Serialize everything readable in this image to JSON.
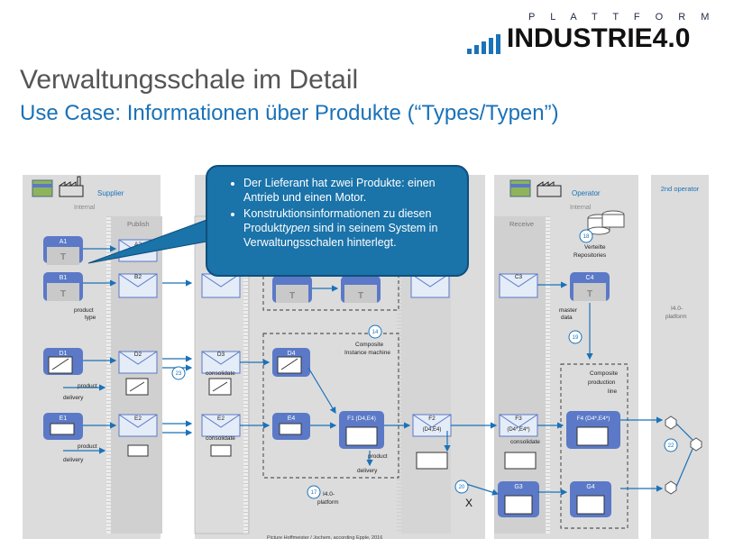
{
  "header": {
    "logo_small": "P L A T T F O R M",
    "logo_big": "INDUSTRIE4.0",
    "title": "Verwaltungsschale im Detail",
    "subtitle": "Use Case: Informationen über Produkte (“Types/Typen”)"
  },
  "callout": {
    "bullet1": "Der Lieferant hat zwei Produkte: einen Antrieb und einen Motor.",
    "bullet2_pre": "Konstruktionsinformationen zu diesen Produkt",
    "bullet2_em": "typen",
    "bullet2_post": " sind in seinem System in Verwaltungsschalen hinterlegt."
  },
  "diagram": {
    "supplier_label": "Supplier",
    "internal_left": "Internal",
    "publish_label": "Publish",
    "receive_label": "Receive",
    "operator_label": "Operator",
    "internal_right": "Internal",
    "second_operator": "2nd operator",
    "assets": {
      "a1": "A1",
      "b1": "B1",
      "t": "T",
      "a2": "A2",
      "b2": "B2",
      "c3": "C3",
      "c4": "C4",
      "d1": "D1",
      "d2": "D2",
      "d3": "D3",
      "d4": "D4",
      "e1": "E1",
      "e2a": "E2",
      "e2b": "E2",
      "e4": "E4",
      "f1": "F1 (D4,E4)",
      "f2": "F2",
      "f2sub": "(D4,E4)",
      "f3": "F3",
      "f3sub": "(D4*,E4*)",
      "f4": "F4 (D4*,E4*)",
      "g3": "G3",
      "g4": "G4"
    },
    "labels": {
      "product_type_1": "product",
      "product_type_2": "type",
      "product_delivery_1a": "product",
      "product_delivery_1b": "delivery",
      "product_delivery_2a": "product",
      "product_delivery_2b": "delivery",
      "product_delivery_3a": "product",
      "product_delivery_3b": "delivery",
      "consolidate_1": "consolidate",
      "consolidate_2": "consolidate",
      "consolidate_3": "consolidate",
      "composite_instance_1": "Composite",
      "composite_instance_2": "Instance machine",
      "repositories_1": "Verteilte",
      "repositories_2": "Repositories",
      "master_data_1": "master",
      "master_data_2": "data",
      "composite_line_1": "Composite",
      "composite_line_2": "production",
      "composite_line_3": "line",
      "platform_mid_1": "I4.0-",
      "platform_mid_2": "platform",
      "platform_right_1": "I4.0-",
      "platform_right_2": "platform",
      "x_mark": "X",
      "credit": "Picture Hoffmeister / Jochem, according Epple, 2016"
    },
    "numbers": {
      "n14": "14",
      "n17": "17",
      "n18": "18",
      "n19": "19",
      "n20": "20",
      "n22": "22",
      "n23": "23"
    }
  },
  "colors": {
    "accent": "#1a72b8",
    "callout": "#1a73a9",
    "lane": "#d9d9d9",
    "card": "#5b79c7"
  }
}
